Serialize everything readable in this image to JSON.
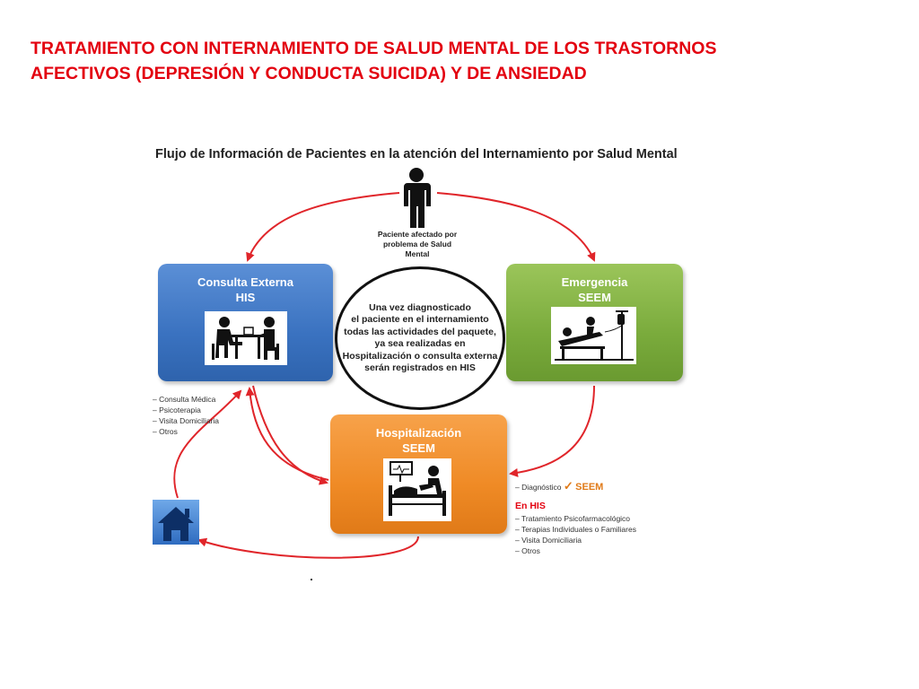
{
  "slide": {
    "title_line1": "TRATAMIENTO CON INTERNAMIENTO DE SALUD MENTAL DE LOS TRASTORNOS",
    "title_line2": "AFECTIVOS (DEPRESIÓN Y CONDUCTA SUICIDA) Y DE ANSIEDAD",
    "title_color": "#e3000f"
  },
  "diagram": {
    "title": "Flujo de Información de Pacientes en la atención del Internamiento por Salud Mental",
    "patient": {
      "icon": "person-icon",
      "label_lines": [
        "Paciente afectado por",
        "problema de Salud",
        "Mental"
      ]
    },
    "consulta": {
      "title": "Consulta Externa",
      "system": "HIS",
      "color": "#3a72c0",
      "icon": "doctor-consultation-icon",
      "items": [
        "Consulta Médica",
        "Psicoterapia",
        "Visita Domiciliaria",
        "Otros"
      ]
    },
    "emergencia": {
      "title": "Emergencia",
      "system": "SEEM",
      "color": "#7aab3c",
      "icon": "emergency-bed-icon"
    },
    "hospitalizacion": {
      "title": "Hospitalización",
      "system": "SEEM",
      "color": "#ef8a25",
      "icon": "hospital-bed-icon",
      "diagnostico_label": "Diagnóstico",
      "diagnostico_check": "✓",
      "diagnostico_system": "SEEM",
      "en_his_label": "En HIS",
      "items": [
        "Tratamiento Psicofarmacológico",
        "Terapias Individuales o Familiares",
        "Visita Domiciliaria",
        "Otros"
      ]
    },
    "center_text_lines": [
      "Una vez diagnosticado",
      "el paciente en el internamiento",
      "todas las actividades del paquete,",
      "ya sea realizadas en",
      "Hospitalización o consulta externa",
      "serán registrados en HIS"
    ],
    "home_icon": "home-icon",
    "arrow_color": "#e0252a"
  }
}
